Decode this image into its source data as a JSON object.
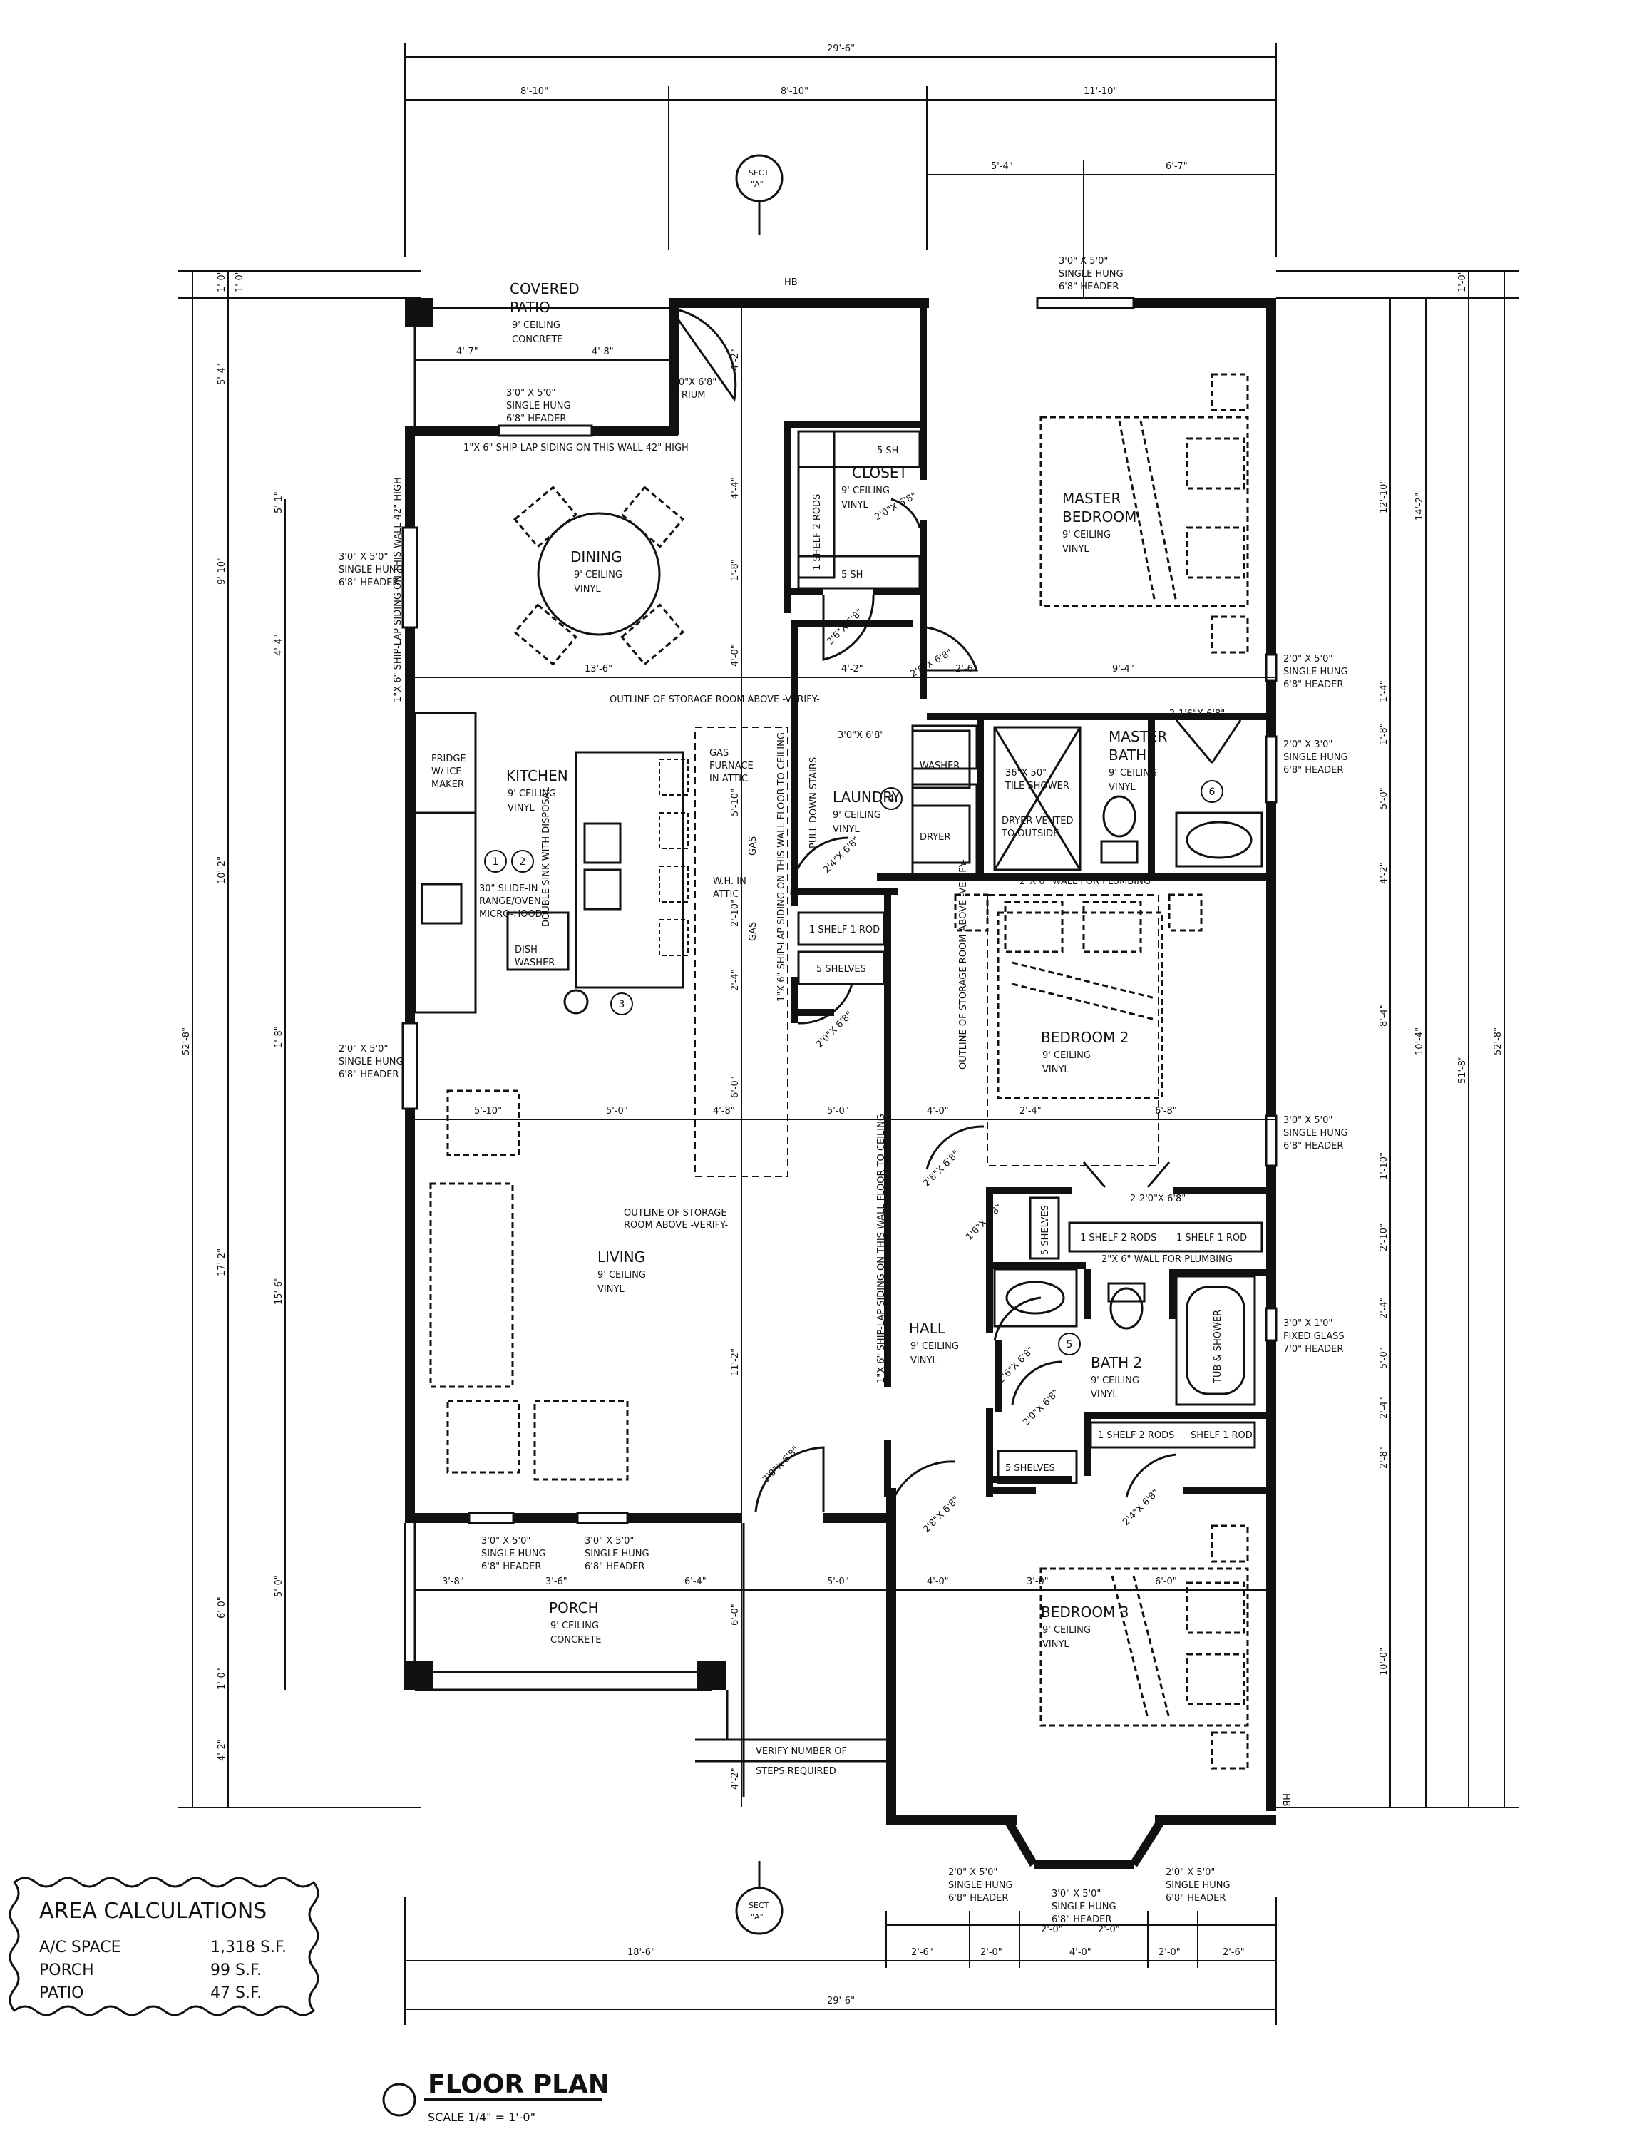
{
  "rooms": {
    "covered_patio": [
      "COVERED",
      "PATIO",
      "9' CEILING",
      "CONCRETE"
    ],
    "dining": [
      "DINING",
      "9' CEILING",
      "VINYL"
    ],
    "closet": [
      "CLOSET",
      "9' CEILING",
      "VINYL"
    ],
    "master_bedroom": [
      "MASTER",
      "BEDROOM",
      "9' CEILING",
      "VINYL"
    ],
    "kitchen": [
      "KITCHEN",
      "9' CEILING",
      "VINYL"
    ],
    "laundry": [
      "LAUNDRY",
      "9' CEILING",
      "VINYL"
    ],
    "master_bath": [
      "MASTER",
      "BATH",
      "9' CEILING",
      "VINYL"
    ],
    "bedroom_2": [
      "BEDROOM 2",
      "9' CEILING",
      "VINYL"
    ],
    "living": [
      "LIVING",
      "9' CEILING",
      "VINYL"
    ],
    "hall": [
      "HALL",
      "9' CEILING",
      "VINYL"
    ],
    "bath_2": [
      "BATH 2",
      "9' CEILING",
      "VINYL"
    ],
    "porch": [
      "PORCH",
      "9' CEILING",
      "CONCRETE"
    ],
    "bedroom_3": [
      "BEDROOM 3",
      "9' CEILING",
      "VINYL"
    ]
  },
  "notes": {
    "shiplap_top": "1\"X 6\" SHIP-LAP SIDING ON THIS WALL 42\" HIGH",
    "shiplap_left": "1\"X 6\" SHIP-LAP SIDING ON THIS WALL 42\" HIGH",
    "shiplap_center": "1\"X 6\" SHIP-LAP SIDING ON THIS WALL FLOOR TO CEILING",
    "shiplap_hall": "1\"X 6\" SHIP-LAP SIDING ON THIS WALL FLOOR TO CEILING",
    "storage_outline_top": "OUTLINE OF STORAGE ROOM ABOVE -VERIFY-",
    "storage_outline_mid": [
      "OUTLINE OF STORAGE",
      "ROOM ABOVE -VERIFY-"
    ],
    "storage_outline_bed2": "OUTLINE OF STORAGE ROOM ABOVE -VERIFY-",
    "gas_furnace": [
      "GAS",
      "FURNACE",
      "IN ATTIC"
    ],
    "pull_down_stairs": "PULL DOWN STAIRS",
    "wh_attic": [
      "W.H. IN",
      "ATTIC"
    ],
    "gas_a": "GAS",
    "gas_b": "GAS",
    "fridge": [
      "FRIDGE",
      "W/ ICE",
      "MAKER"
    ],
    "double_sink": "DOUBLE SINK WITH DISPOSAL",
    "range": [
      "30\" SLIDE-IN",
      "RANGE/OVEN",
      "MICRO-HOOD"
    ],
    "dishwasher": [
      "DISH",
      "WASHER"
    ],
    "washer": "WASHER",
    "dryer": "DRYER",
    "tile_shower": [
      "36\"X 50\"",
      "TILE SHOWER"
    ],
    "dryer_vent": [
      "DRYER VENTED",
      "TO OUTSIDE"
    ],
    "plumbing_wall_1": "2\"X 6\" WALL FOR PLUMBING",
    "plumbing_wall_2": "2\"X 6\" WALL FOR PLUMBING",
    "tub_shower": "TUB & SHOWER",
    "verify_steps": [
      "VERIFY NUMBER OF",
      "STEPS REQUIRED"
    ],
    "hb": "HB"
  },
  "shelves": {
    "closet_rods": "1 SHELF 2 RODS",
    "closet_5sh_top": "5 SH",
    "closet_5sh_bottom": "5 SH",
    "laundry_shelf_rod": "1 SHELF 1 ROD",
    "laundry_5_shelves": "5 SHELVES",
    "hall_5_shelves_v": "5 SHELVES",
    "hall_rods": "1 SHELF 2 RODS",
    "hall_shelf_rod": "1 SHELF 1 ROD",
    "bath2_rods": "1 SHELF 2 RODS",
    "bath2_shelf_rod": "SHELF 1 ROD",
    "bath2_5_shelves": "5 SHELVES"
  },
  "doors": {
    "atrium": [
      "5'0\"X 6'8\"",
      "ATRIUM"
    ],
    "closet_door": "2'0\"X 6'8\"",
    "master_bed_door": "2'8\"X 6'8\"",
    "closet_small": "2'6\"X 6'8\"",
    "laundry_door": "3'0\"X 6'8\"",
    "laundry_closet": "2'4\"X 6'8\"",
    "master_bath_door": "2-1'6\"X 6'8\"",
    "pantry_door": "2'0\"X 6'8\"",
    "hall_door_a": "2'8\"X 6'8\"",
    "hall_door_b": "1'6\"X 6'8\"",
    "hall_closet_pair": "2-2'0\"X 6'8\"",
    "bath2_door": "2'6\"X 6'8\"",
    "bath2_closet": "2'0\"X 6'8\"",
    "front_door": "3'0\"X 6'8\"",
    "bed3_door_a": "2'8\"X 6'8\"",
    "bed3_door_b": "2'4\"X 6'8\""
  },
  "windows": {
    "patio": [
      "3'0\" X 5'0\"",
      "SINGLE HUNG",
      "6'8\" HEADER"
    ],
    "dining": [
      "3'0\" X 5'0\"",
      "SINGLE HUNG",
      "6'8\" HEADER"
    ],
    "master_top": [
      "3'0\" X 5'0\"",
      "SINGLE HUNG",
      "6'8\" HEADER"
    ],
    "master_right": [
      "2'0\" X 5'0\"",
      "SINGLE HUNG",
      "6'8\" HEADER"
    ],
    "master_bath": [
      "2'0\" X 3'0\"",
      "SINGLE HUNG",
      "6'8\" HEADER"
    ],
    "kitchen_left": [
      "2'0\" X 5'0\"",
      "SINGLE HUNG",
      "6'8\" HEADER"
    ],
    "bedroom2": [
      "3'0\" X 5'0\"",
      "SINGLE HUNG",
      "6'8\" HEADER"
    ],
    "bath2_fixed": [
      "3'0\" X 1'0\"",
      "FIXED GLASS",
      "7'0\" HEADER"
    ],
    "living_1": [
      "3'0\" X 5'0\"",
      "SINGLE HUNG",
      "6'8\" HEADER"
    ],
    "living_2": [
      "3'0\" X 5'0\"",
      "SINGLE HUNG",
      "6'8\" HEADER"
    ],
    "bay_left": [
      "2'0\" X 5'0\"",
      "SINGLE HUNG",
      "6'8\" HEADER"
    ],
    "bay_center": [
      "3'0\" X 5'0\"",
      "SINGLE HUNG",
      "6'8\" HEADER"
    ],
    "bay_right": [
      "2'0\" X 5'0\"",
      "SINGLE HUNG",
      "6'8\" HEADER"
    ]
  },
  "dims": {
    "overall_top": "29'-6\"",
    "top_a": "8'-10\"",
    "top_b": "8'-10\"",
    "top_c": "11'-10\"",
    "top_d": "5'-4\"",
    "top_e": "6'-7\"",
    "overall_bottom": "29'-6\"",
    "bottom_a": "18'-6\"",
    "bottom_b": "2'-6\"",
    "bottom_c": "2'-0\"",
    "bottom_d": "4'-0\"",
    "bottom_e": "2'-0\"",
    "bottom_f": "2'-6\"",
    "bay_a": "2'-0\"",
    "bay_b": "2'-0\"",
    "left_overall": "52'-8\"",
    "left_a": "1'-0\"",
    "left_b": "1'-0\"",
    "left_c": "5'-4\"",
    "left_d": "9'-10\"",
    "left_e": "10'-2\"",
    "left_f": "17'-2\"",
    "left_g": "6'-0\"",
    "left_h": "1'-0\"",
    "left_i": "4'-2\"",
    "left_j": "5'-1\"",
    "left_k": "4'-4\"",
    "left_l": "1'-8\"",
    "left_m": "15'-6\"",
    "left_n": "5'-0\"",
    "right_overall": "52'-8\"",
    "right_a": "51'-8\"",
    "right_b": "1'-0\"",
    "right_c": "12'-10\"",
    "right_d": "14'-2\"",
    "right_e": "1'-4\"",
    "right_f": "1'-8\"",
    "right_g": "5'-0\"",
    "right_h": "4'-2\"",
    "right_i": "8'-4\"",
    "right_j": "10'-4\"",
    "right_k": "1'-10\"",
    "right_l": "2'-10\"",
    "right_m": "2'-4\"",
    "right_n": "5'-0\"",
    "right_o": "2'-4\"",
    "right_p": "2'-8\"",
    "right_q": "10'-0\"",
    "int_a": "4'-7\"",
    "int_b": "4'-8\"",
    "int_c": "13'-6\"",
    "int_d": "4'-2\"",
    "int_e": "2'-6\"",
    "int_f": "9'-4\"",
    "int_g": "5'-10\"",
    "int_h": "5'-0\"",
    "int_i": "4'-8\"",
    "int_j": "5'-0\"",
    "int_k": "4'-0\"",
    "int_l": "2'-4\"",
    "int_m": "6'-8\"",
    "int_n": "3'-8\"",
    "int_o": "3'-6\"",
    "int_p": "6'-4\"",
    "int_q": "5'-0\"",
    "int_r": "4'-0\"",
    "int_s": "3'-0\"",
    "int_t": "6'-0\"",
    "vert_a": "4'-2\"",
    "vert_b": "4'-4\"",
    "vert_c": "1'-8\"",
    "vert_d": "4'-0\"",
    "vert_e": "5'-10\"",
    "vert_f": "2'-10\"",
    "vert_g": "2'-4\"",
    "vert_h": "6'-0\"",
    "vert_i": "11'-2\"",
    "vert_j": "6'-0\"",
    "vert_k": "4'-2\""
  },
  "section_marker": [
    "SECT",
    "\"A\""
  ],
  "tags": [
    "1",
    "2",
    "3",
    "4",
    "5",
    "6"
  ],
  "area_calc": {
    "title": "AREA CALCULATIONS",
    "rows": [
      {
        "label": "A/C SPACE",
        "value": "1,318 S.F."
      },
      {
        "label": "PORCH",
        "value": "99 S.F."
      },
      {
        "label": "PATIO",
        "value": "47 S.F."
      }
    ]
  },
  "title_block": {
    "title": "FLOOR PLAN",
    "scale": "SCALE 1/4\" = 1'-0\""
  }
}
